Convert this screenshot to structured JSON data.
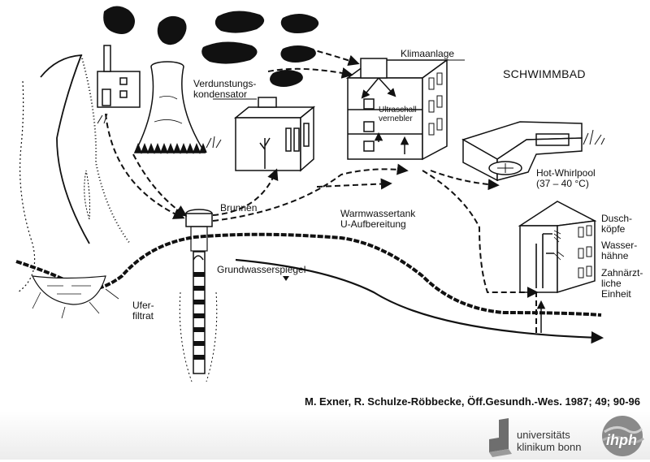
{
  "labels": {
    "klimaanlage": "Klimaanlage",
    "schwimmbad": "SCHWIMMBAD",
    "verdunstungskondensator": "Verdunstungs-\nkondensator",
    "ultraschallvernebler": "Ultraschall-\nvernebler",
    "hot_whirlpool": "Hot-Whirlpool\n(37 – 40 °C)",
    "brunnen": "Brunnen",
    "warmwassertank": "Warmwassertank\nU-Aufbereitung",
    "duschkoepfe": "Dusch-\nköpfe",
    "wasserhaehne": "Wasser-\nhähne",
    "zahnaerztliche_einheit": "Zahnärzt-\nliche\nEinheit",
    "grundwasserspiegel": "Grundwasserspiegel",
    "uferfiltrat": "Ufer-\nfiltrat"
  },
  "citation": "M. Exner, R. Schulze-Röbbecke, Öff.Gesundh.-Wes. 1987; 49; 90-96",
  "logos": {
    "ukb_line1": "universitäts",
    "ukb_line2": "klinikum bonn",
    "ihph": "ihph"
  },
  "colors": {
    "ink": "#111111",
    "footer_bg": "#ececec",
    "logo_grey": "#8a8a8a"
  }
}
